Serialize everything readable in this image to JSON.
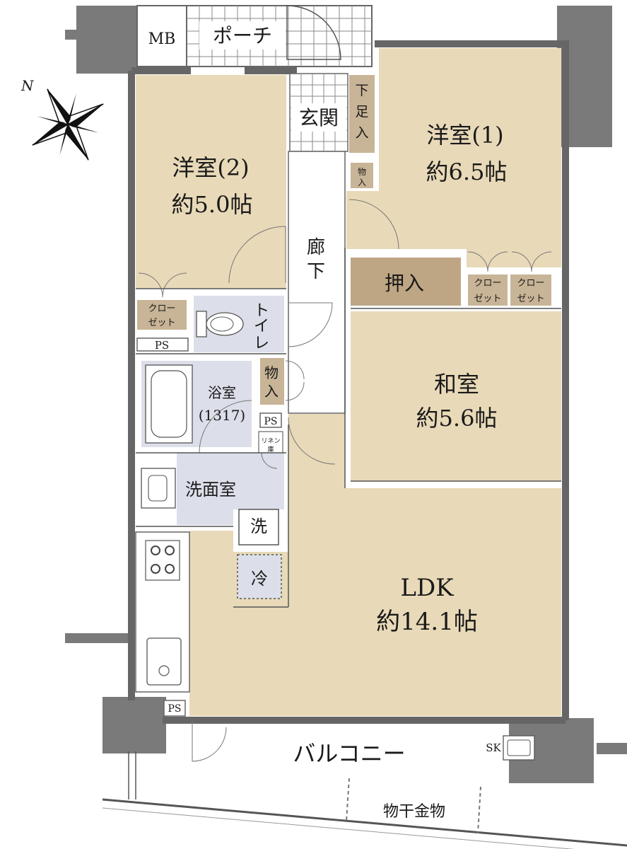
{
  "rooms": {
    "mb": "MB",
    "porch": "ポーチ",
    "genkan": "玄関",
    "getabako": [
      "下",
      "足",
      "入"
    ],
    "mono_small": [
      "物",
      "入"
    ],
    "western1_name": "洋室(1)",
    "western1_size": "約6.5帖",
    "western2_name": "洋室(2)",
    "western2_size": "約5.0帖",
    "corridor": [
      "廊",
      "下"
    ],
    "oshiire": "押入",
    "closet_a": [
      "クロー",
      "ゼット"
    ],
    "closet_b": [
      "クロー",
      "ゼット"
    ],
    "closet_c": [
      "クロー",
      "ゼット"
    ],
    "toilet": [
      "ト",
      "イ",
      "レ"
    ],
    "mono_mid": [
      "物",
      "入"
    ],
    "washitsu_name": "和室",
    "washitsu_size": "約5.6帖",
    "bath_name": "浴室",
    "bath_size": "(1317)",
    "ps1": "PS",
    "ps2": "PS",
    "ps3": "PS",
    "linen": [
      "リネン",
      "庫"
    ],
    "senmen": "洗面室",
    "sentaku": "洗",
    "reizo": "冷",
    "ldk_name": "LDK",
    "ldk_size": "約14.1帖",
    "balcony": "バルコニー",
    "sk": "SK",
    "monohoshi": "物干金物",
    "north": "N"
  },
  "colors": {
    "room": "#e8d9b8",
    "wet": "#dcdfe9",
    "closet": "#c8b496",
    "wall": "#7a7a7a"
  }
}
